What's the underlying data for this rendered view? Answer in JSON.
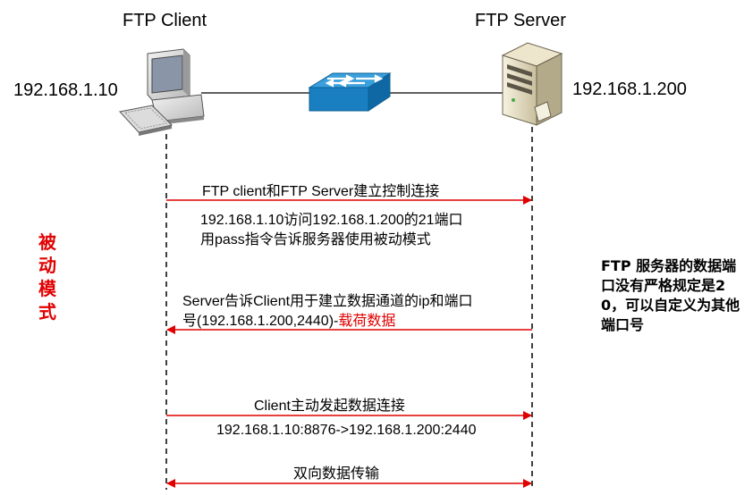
{
  "client": {
    "title": "FTP Client",
    "ip": "192.168.1.10"
  },
  "server": {
    "title": "FTP Server",
    "ip": "192.168.1.200"
  },
  "mode_label": "被动模式",
  "side_note": "FTP 服务器的数据端口没有严格规定是20，可以自定义为其他端口号",
  "messages": {
    "m1": "FTP client和FTP Server建立控制连接",
    "m1_line1": "192.168.1.10访问192.168.1.200的21端口",
    "m1_line2": "用pass指令告诉服务器使用被动模式",
    "m2_line1": "Server告诉Client用于建立数据通道的ip和端口",
    "m2_line2": "号(192.168.1.200,2440)-",
    "m2_payload": "载荷数据",
    "m3": "Client主动发起数据连接",
    "m3_detail": "192.168.1.10:8876->192.168.1.200:2440",
    "m4": "双向数据传输"
  },
  "colors": {
    "arrow": "#e00000",
    "lifeline": "#000000",
    "switch": "#1a7fc0"
  },
  "icons": [
    "computer-icon",
    "switch-icon",
    "server-icon"
  ]
}
